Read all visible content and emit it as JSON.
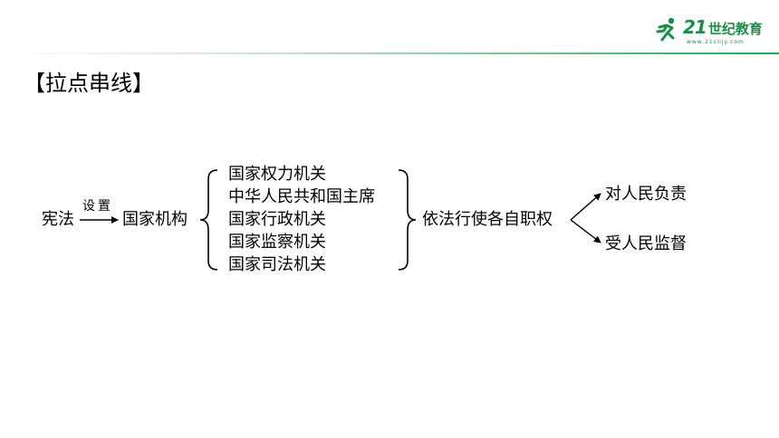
{
  "heading": "【拉点串线】",
  "brand": {
    "name_num": "21",
    "name_cn": "世纪教育",
    "url": "www.21cnjy.com",
    "color": "#1b8f4a"
  },
  "diagram": {
    "source": "宪法",
    "edge_label": "设置",
    "target": "国家机构",
    "organs": [
      "国家权力机关",
      "中华人民共和国主席",
      "国家行政机关",
      "国家监察机关",
      "国家司法机关"
    ],
    "result": "依法行使各自职权",
    "outcomes": [
      "对人民负责",
      "受人民监督"
    ]
  }
}
